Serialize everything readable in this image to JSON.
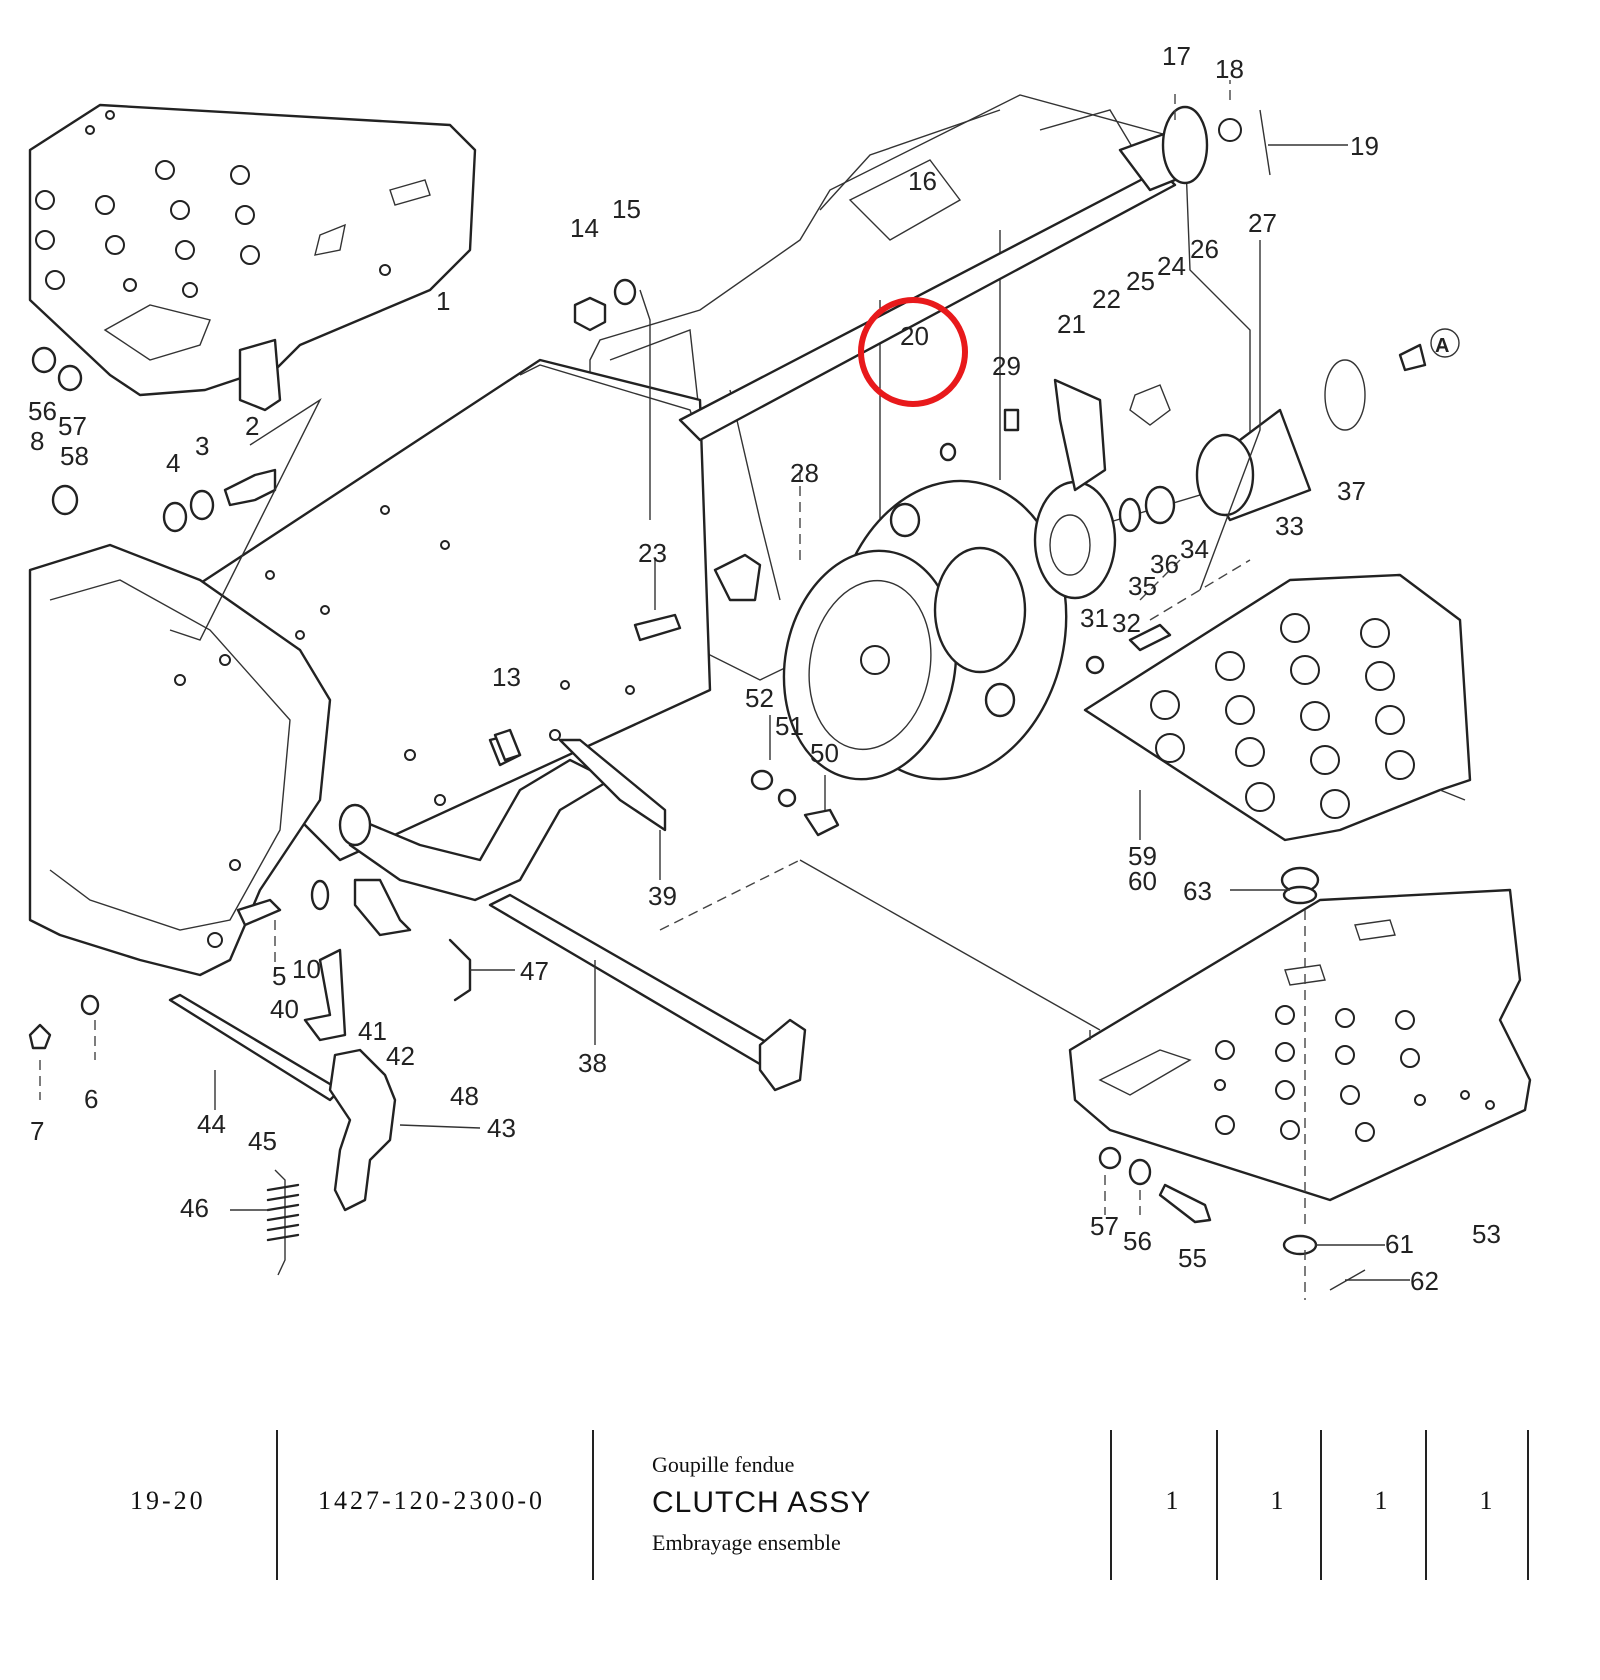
{
  "callouts": [
    "17",
    "18",
    "19",
    "16",
    "27",
    "26",
    "24",
    "25",
    "22",
    "21",
    "20",
    "29",
    "14",
    "15",
    "1",
    "56",
    "57",
    "58",
    "8",
    "4",
    "3",
    "2",
    "28",
    "23",
    "13",
    "52",
    "51",
    "50",
    "31",
    "32",
    "35",
    "36",
    "34",
    "33",
    "37",
    "A",
    "59",
    "60",
    "63",
    "39",
    "5",
    "10",
    "47",
    "40",
    "41",
    "42",
    "48",
    "43",
    "44",
    "45",
    "46",
    "6",
    "7",
    "38",
    "57",
    "56",
    "55",
    "61",
    "62",
    "53"
  ],
  "highlight": {
    "label": "20",
    "color": "#e8191b"
  },
  "parts_row": {
    "ref": "19-20",
    "part_no": "1427-120-2300-0",
    "desc_fr_prev": "Goupille fendue",
    "desc_en": "CLUTCH ASSY",
    "desc_fr": "Embrayage ensemble",
    "quantities": [
      "1",
      "1",
      "1",
      "1"
    ]
  }
}
